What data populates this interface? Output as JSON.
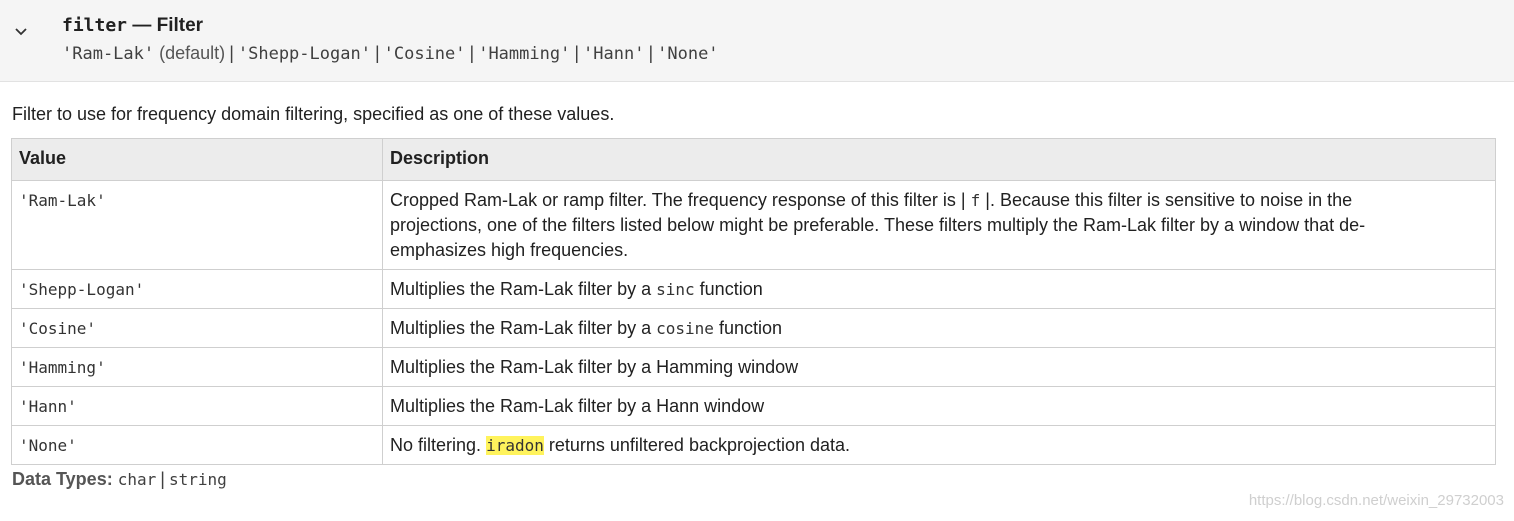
{
  "header": {
    "arg_name": "filter",
    "separator": "—",
    "arg_label": "Filter",
    "options": [
      "'Ram-Lak'",
      "'Shepp-Logan'",
      "'Cosine'",
      "'Hamming'",
      "'Hann'",
      "'None'"
    ],
    "default_note": "(default)",
    "chevron_icon": "chevron-down-icon"
  },
  "intro": "Filter to use for frequency domain filtering, specified as one of these values.",
  "table": {
    "headers": [
      "Value",
      "Description"
    ],
    "rows": [
      {
        "value": "'Ram-Lak'",
        "desc_line1": "Cropped Ram-Lak or ramp filter. The frequency response of this filter is |",
        "desc_code": "f",
        "desc_line1b": "|. Because this filter is sensitive to noise in the",
        "desc_line2": "projections, one of the filters listed below might be preferable. These filters multiply the Ram-Lak filter by a window that de-",
        "desc_line3": "emphasizes high frequencies."
      },
      {
        "value": "'Shepp-Logan'",
        "desc_pre": "Multiplies the Ram-Lak filter by a",
        "desc_code": "sinc",
        "desc_post": "function"
      },
      {
        "value": "'Cosine'",
        "desc_pre": "Multiplies the Ram-Lak filter by a",
        "desc_code": "cosine",
        "desc_post": "function"
      },
      {
        "value": "'Hamming'",
        "desc": "Multiplies the Ram-Lak filter by a Hamming window"
      },
      {
        "value": "'Hann'",
        "desc": "Multiplies the Ram-Lak filter by a Hann window"
      },
      {
        "value": "'None'",
        "desc_pre": "No filtering.",
        "desc_code": "iradon",
        "desc_post": "returns unfiltered backprojection data.",
        "highlight_color": "#fff35c"
      }
    ]
  },
  "data_types": {
    "label": "Data Types:",
    "types": [
      "char",
      "string"
    ],
    "separator": "|"
  },
  "watermark": "https://blog.csdn.net/weixin_29732003"
}
